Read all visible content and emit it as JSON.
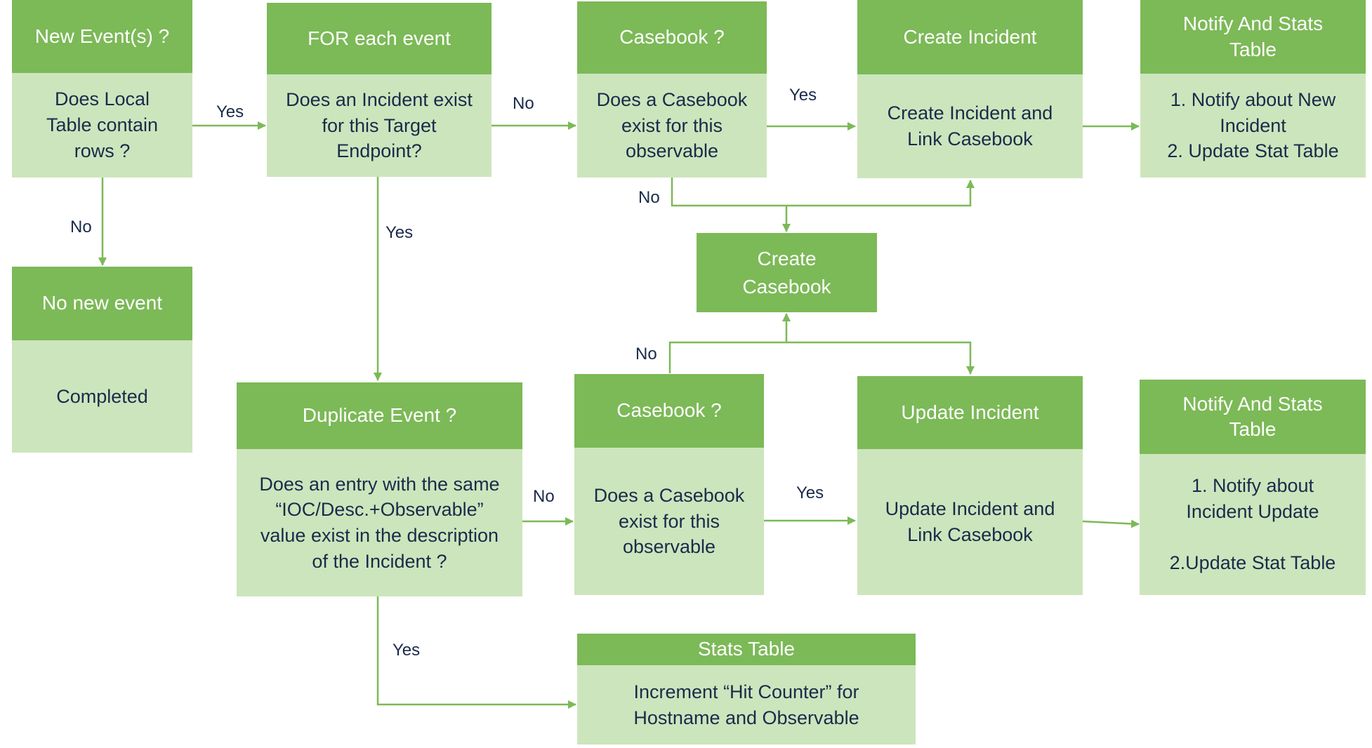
{
  "colors": {
    "header": "#7cb957",
    "body": "#cde5bd",
    "connector": "#7cb957",
    "body_text": "#1a2b4a",
    "header_text": "#ffffff"
  },
  "nodes": {
    "new_events": {
      "title": "New Event(s) ?",
      "body": "Does  Local\nTable contain\nrows ?"
    },
    "for_each_event": {
      "title": "FOR each event",
      "body": "Does an Incident exist\nfor this Target\nEndpoint?"
    },
    "casebook_top": {
      "title": "Casebook ?",
      "body": "Does a Casebook\nexist for this\nobservable"
    },
    "create_incident": {
      "title": "Create Incident",
      "body": "Create Incident and\nLink Casebook"
    },
    "notify_stats_top": {
      "title": "Notify And Stats\nTable",
      "body": "1. Notify about New\nIncident\n2. Update Stat Table"
    },
    "no_new_event": {
      "title": "No new event",
      "body": "Completed"
    },
    "create_casebook": {
      "title": "Create\nCasebook"
    },
    "duplicate_event": {
      "title": "Duplicate Event ?",
      "body": "Does an entry with the same\n“IOC/Desc.+Observable”\nvalue exist in the description\nof the Incident ?"
    },
    "casebook_bottom": {
      "title": "Casebook ?",
      "body": "Does a Casebook\nexist for this\nobservable"
    },
    "update_incident": {
      "title": "Update Incident",
      "body": "Update Incident and\nLink Casebook"
    },
    "notify_stats_bottom": {
      "title": "Notify And Stats\nTable",
      "body": "1.    Notify about\n        Incident Update\n\n2.Update Stat Table"
    },
    "stats_table": {
      "title": "Stats Table",
      "body": "Increment “Hit Counter” for\nHostname and Observable"
    }
  },
  "edge_labels": {
    "new_to_for": "Yes",
    "for_to_casebook": "No",
    "casebook_to_create": "Yes",
    "new_to_nonew": "No",
    "for_to_duplicate": "Yes",
    "casebook_top_no": "No",
    "casebook_bottom_no": "No",
    "duplicate_to_casebook": "No",
    "casebook_to_update": "Yes",
    "duplicate_to_stats": "Yes"
  }
}
